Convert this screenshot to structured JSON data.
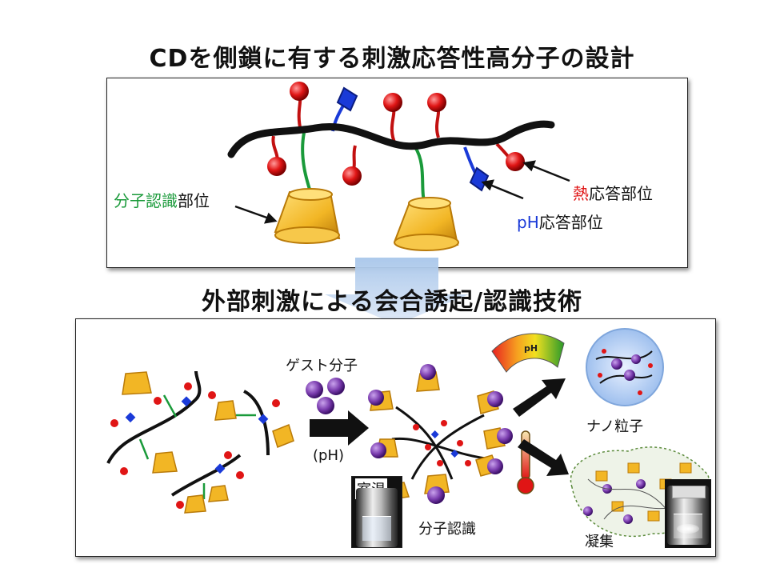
{
  "titles": {
    "top": "CDを側鎖に有する刺激応答性高分子の設計",
    "middle": "外部刺激による会合誘起/認識技術"
  },
  "design_labels": {
    "recognition_green": "分子認識",
    "recognition_black": "部位",
    "thermo_red": "熱",
    "thermo_black": "応答部位",
    "ph_blue": "pH",
    "ph_black": "応答部位"
  },
  "process_labels": {
    "guest": "ゲスト分子",
    "ph_condition": "(pH)",
    "room_temp": "室温",
    "recognition": "分子認識",
    "nanoparticle": "ナノ粒子",
    "aggregation": "凝集",
    "ph_gauge": "pH"
  },
  "colors": {
    "backbone": "#111111",
    "thermo_unit": "#e01515",
    "ph_unit": "#1a3ad8",
    "linker": "#1a9a3a",
    "cyclodextrin": "#f2b625",
    "guest": "#7a3cae",
    "arrow_gradient": "#a8c6ea"
  }
}
